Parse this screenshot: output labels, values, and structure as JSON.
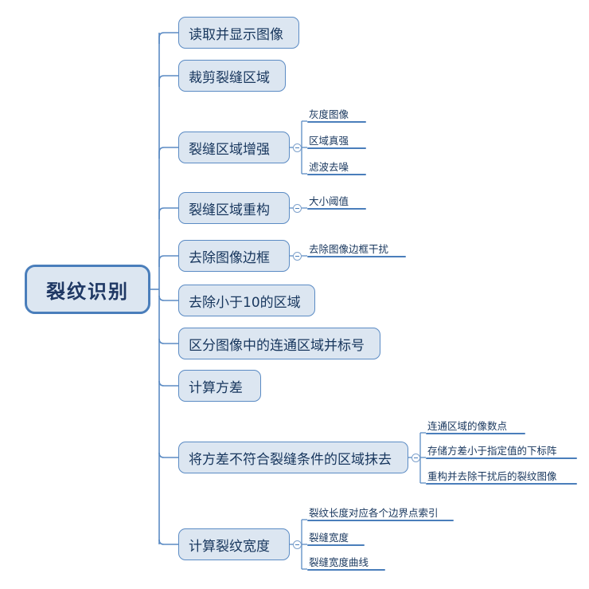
{
  "diagram": {
    "type": "mind-map",
    "title": "裂纹识别",
    "colors": {
      "node_fill": "#dce6f1",
      "node_border": "#5b8bc4",
      "root_border": "#4a7ebb",
      "text": "#17365d",
      "root_text": "#1f3864",
      "connector": "#5b8bc4",
      "rule": "#4a7ebb",
      "background": "#ffffff"
    }
  },
  "root": {
    "label": "裂纹识别"
  },
  "branches": [
    {
      "label": "读取并显示图像",
      "has_collapse_toggle": false,
      "children": []
    },
    {
      "label": "裁剪裂缝区域",
      "has_collapse_toggle": false,
      "children": []
    },
    {
      "label": "裂缝区域增强",
      "has_collapse_toggle": true,
      "children": [
        {
          "label": "灰度图像"
        },
        {
          "label": "区域真强"
        },
        {
          "label": "滤波去噪"
        }
      ]
    },
    {
      "label": "裂缝区域重构",
      "has_collapse_toggle": true,
      "children": [
        {
          "label": "大小阈值"
        }
      ]
    },
    {
      "label": "去除图像边框",
      "has_collapse_toggle": true,
      "children": [
        {
          "label": "去除图像边框干扰"
        }
      ]
    },
    {
      "label": "去除小于10的区域",
      "has_collapse_toggle": false,
      "children": []
    },
    {
      "label": "区分图像中的连通区域并标号",
      "has_collapse_toggle": false,
      "children": []
    },
    {
      "label": "计算方差",
      "has_collapse_toggle": false,
      "children": []
    },
    {
      "label": "将方差不符合裂缝条件的区域抹去",
      "has_collapse_toggle": true,
      "children": [
        {
          "label": "连通区域的像数点"
        },
        {
          "label": "存储方差小于指定值的下标阵"
        },
        {
          "label": "重构并去除干扰后的裂纹图像"
        }
      ]
    },
    {
      "label": "计算裂纹宽度",
      "has_collapse_toggle": true,
      "children": [
        {
          "label": "裂纹长度对应各个边界点索引"
        },
        {
          "label": "裂缝宽度"
        },
        {
          "label": "裂缝宽度曲线"
        }
      ]
    }
  ]
}
